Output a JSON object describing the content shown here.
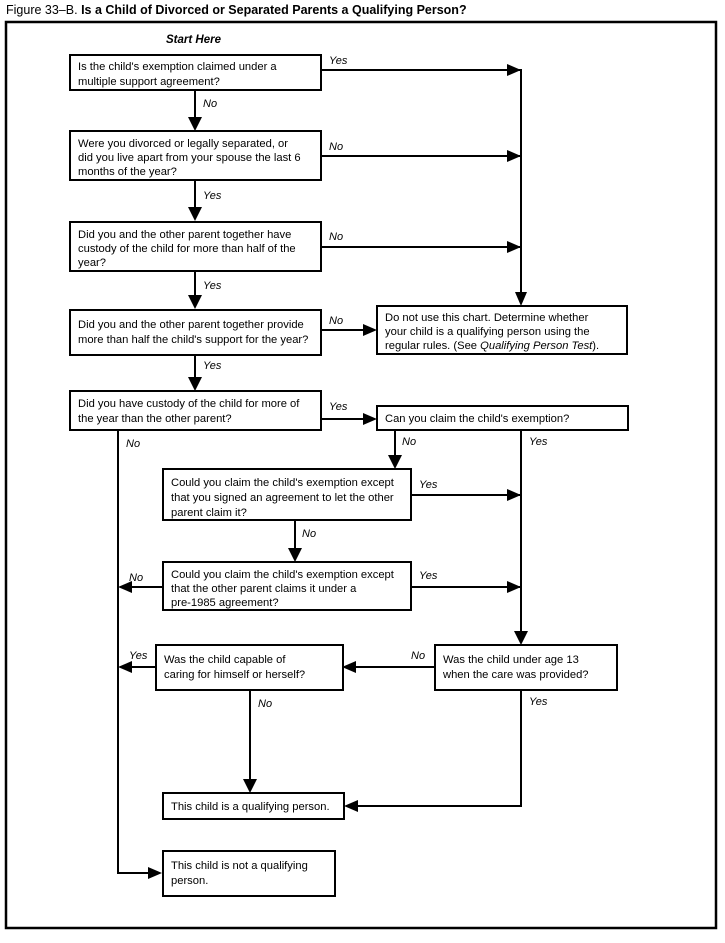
{
  "figure": {
    "number": "Figure 33–B.",
    "title": "Is a Child of Divorced or Separated Parents a Qualifying Person?"
  },
  "start_label": "Start Here",
  "labels": {
    "yes": "Yes",
    "no": "No"
  },
  "nodes": {
    "q1": {
      "id": "multiple-support-agreement",
      "lines": [
        "Is the child's exemption claimed under a",
        "multiple support agreement?"
      ]
    },
    "q2": {
      "id": "divorced-or-separated",
      "lines": [
        "Were you divorced or legally separated, or",
        "did you live apart from your spouse the last 6",
        "months of the year?"
      ]
    },
    "q3": {
      "id": "joint-custody-more-than-half",
      "lines": [
        "Did you and the other parent together have",
        "custody of the child for more than half of the",
        "year?"
      ]
    },
    "q4": {
      "id": "joint-support-more-than-half",
      "lines": [
        "Did you and the other parent together provide",
        "more than half the child's support for the year?"
      ]
    },
    "q5": {
      "id": "custody-more-of-the-year",
      "lines": [
        "Did you have custody of the child for more of",
        "the year than the other parent?"
      ]
    },
    "q6": {
      "id": "can-you-claim-exemption",
      "lines": [
        "Can you claim the child's exemption?"
      ]
    },
    "q7": {
      "id": "exemption-except-signed-agreement",
      "lines": [
        "Could you claim the child's exemption except",
        "that you signed an agreement to let the other",
        "parent claim it?"
      ]
    },
    "q8": {
      "id": "exemption-except-pre-1985-agreement",
      "lines": [
        "Could you claim the child's exemption except",
        "that the other parent claims it under a",
        "pre-1985 agreement?"
      ]
    },
    "q9": {
      "id": "child-capable-of-self-care",
      "lines": [
        "Was the child capable of",
        "caring for himself or herself?"
      ]
    },
    "q10": {
      "id": "child-under-age-13",
      "lines": [
        "Was the child under age 13",
        "when the care was provided?"
      ]
    },
    "out_regular_rules": {
      "id": "do-not-use-this-chart",
      "lines": [
        [
          {
            "text": "Do not use this chart. Determine whether",
            "italic": false
          }
        ],
        [
          {
            "text": "your child is a qualifying person using the",
            "italic": false
          }
        ],
        [
          {
            "text": "regular rules. (See ",
            "italic": false
          },
          {
            "text": "Qualifying Person Test",
            "italic": true
          },
          {
            "text": ").",
            "italic": false
          }
        ]
      ]
    },
    "out_qualifying": {
      "id": "is-a-qualifying-person",
      "lines": [
        "This child is a qualifying person."
      ]
    },
    "out_not_qualifying": {
      "id": "is-not-a-qualifying-person",
      "lines": [
        "This child is not a qualifying",
        "person."
      ]
    }
  },
  "edges": [
    {
      "from": "q1",
      "to": "out_regular_rules",
      "label": "Yes"
    },
    {
      "from": "q1",
      "to": "q2",
      "label": "No"
    },
    {
      "from": "q2",
      "to": "out_regular_rules",
      "label": "No"
    },
    {
      "from": "q2",
      "to": "q3",
      "label": "Yes"
    },
    {
      "from": "q3",
      "to": "out_regular_rules",
      "label": "No"
    },
    {
      "from": "q3",
      "to": "q4",
      "label": "Yes"
    },
    {
      "from": "q4",
      "to": "out_regular_rules",
      "label": "No"
    },
    {
      "from": "q4",
      "to": "q5",
      "label": "Yes"
    },
    {
      "from": "q5",
      "to": "q6",
      "label": "Yes"
    },
    {
      "from": "q5",
      "to": "out_not_qualifying",
      "label": "No"
    },
    {
      "from": "q6",
      "to": "q7",
      "label": "No"
    },
    {
      "from": "q6",
      "to": "q10",
      "label": "Yes"
    },
    {
      "from": "q7",
      "to": "q10",
      "label": "Yes"
    },
    {
      "from": "q7",
      "to": "q8",
      "label": "No"
    },
    {
      "from": "q8",
      "to": "q10",
      "label": "Yes"
    },
    {
      "from": "q8",
      "to": "out_not_qualifying",
      "label": "No"
    },
    {
      "from": "q10",
      "to": "q9",
      "label": "No"
    },
    {
      "from": "q10",
      "to": "out_qualifying",
      "label": "Yes"
    },
    {
      "from": "q9",
      "to": "out_not_qualifying",
      "label": "Yes"
    },
    {
      "from": "q9",
      "to": "out_qualifying",
      "label": "No"
    }
  ],
  "colors": {
    "background": "#ffffff",
    "ink": "#000000"
  }
}
